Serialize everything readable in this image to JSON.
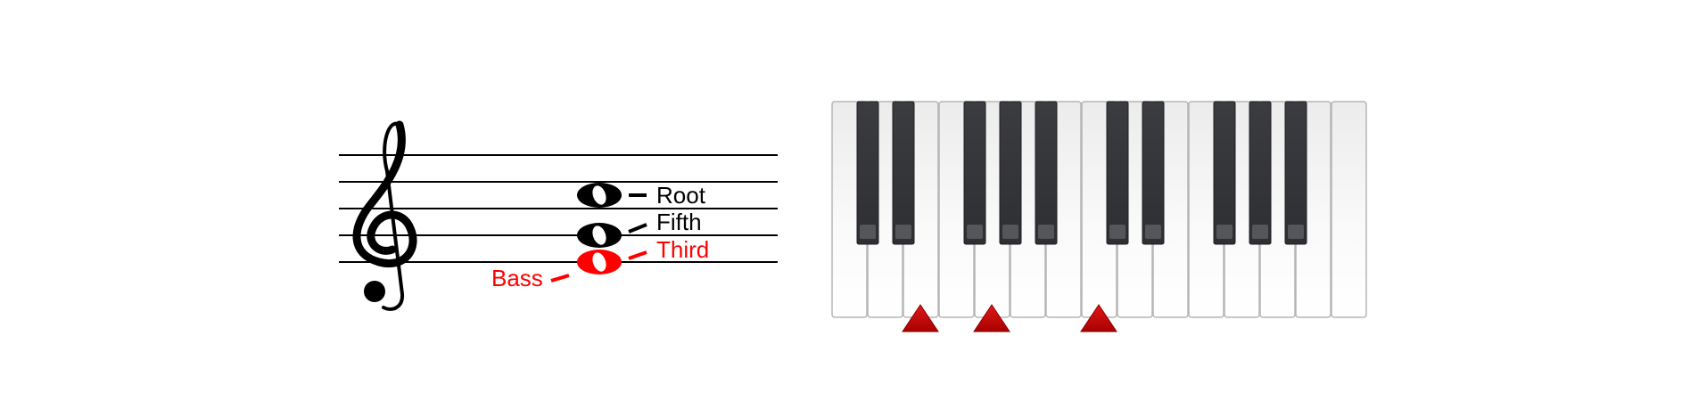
{
  "staff": {
    "clef": "treble-clef",
    "notes": [
      {
        "role": "root",
        "label": "Root",
        "highlighted": false
      },
      {
        "role": "fifth",
        "label": "Fifth",
        "highlighted": false
      },
      {
        "role": "third",
        "label": "Third",
        "highlighted": true
      },
      {
        "role": "bass",
        "label": "Bass",
        "highlighted": true
      }
    ]
  },
  "keyboard": {
    "white_key_count": 15,
    "pressed_white_keys": [
      2,
      4,
      7
    ],
    "marker": "triangle-up"
  },
  "colors": {
    "ink": "#000000",
    "highlight": "#ff0000",
    "black_key": "#3a3b3e",
    "white_key": "#fbfbfb",
    "key_border": "#b5b5b5",
    "marker": "#c00000"
  }
}
